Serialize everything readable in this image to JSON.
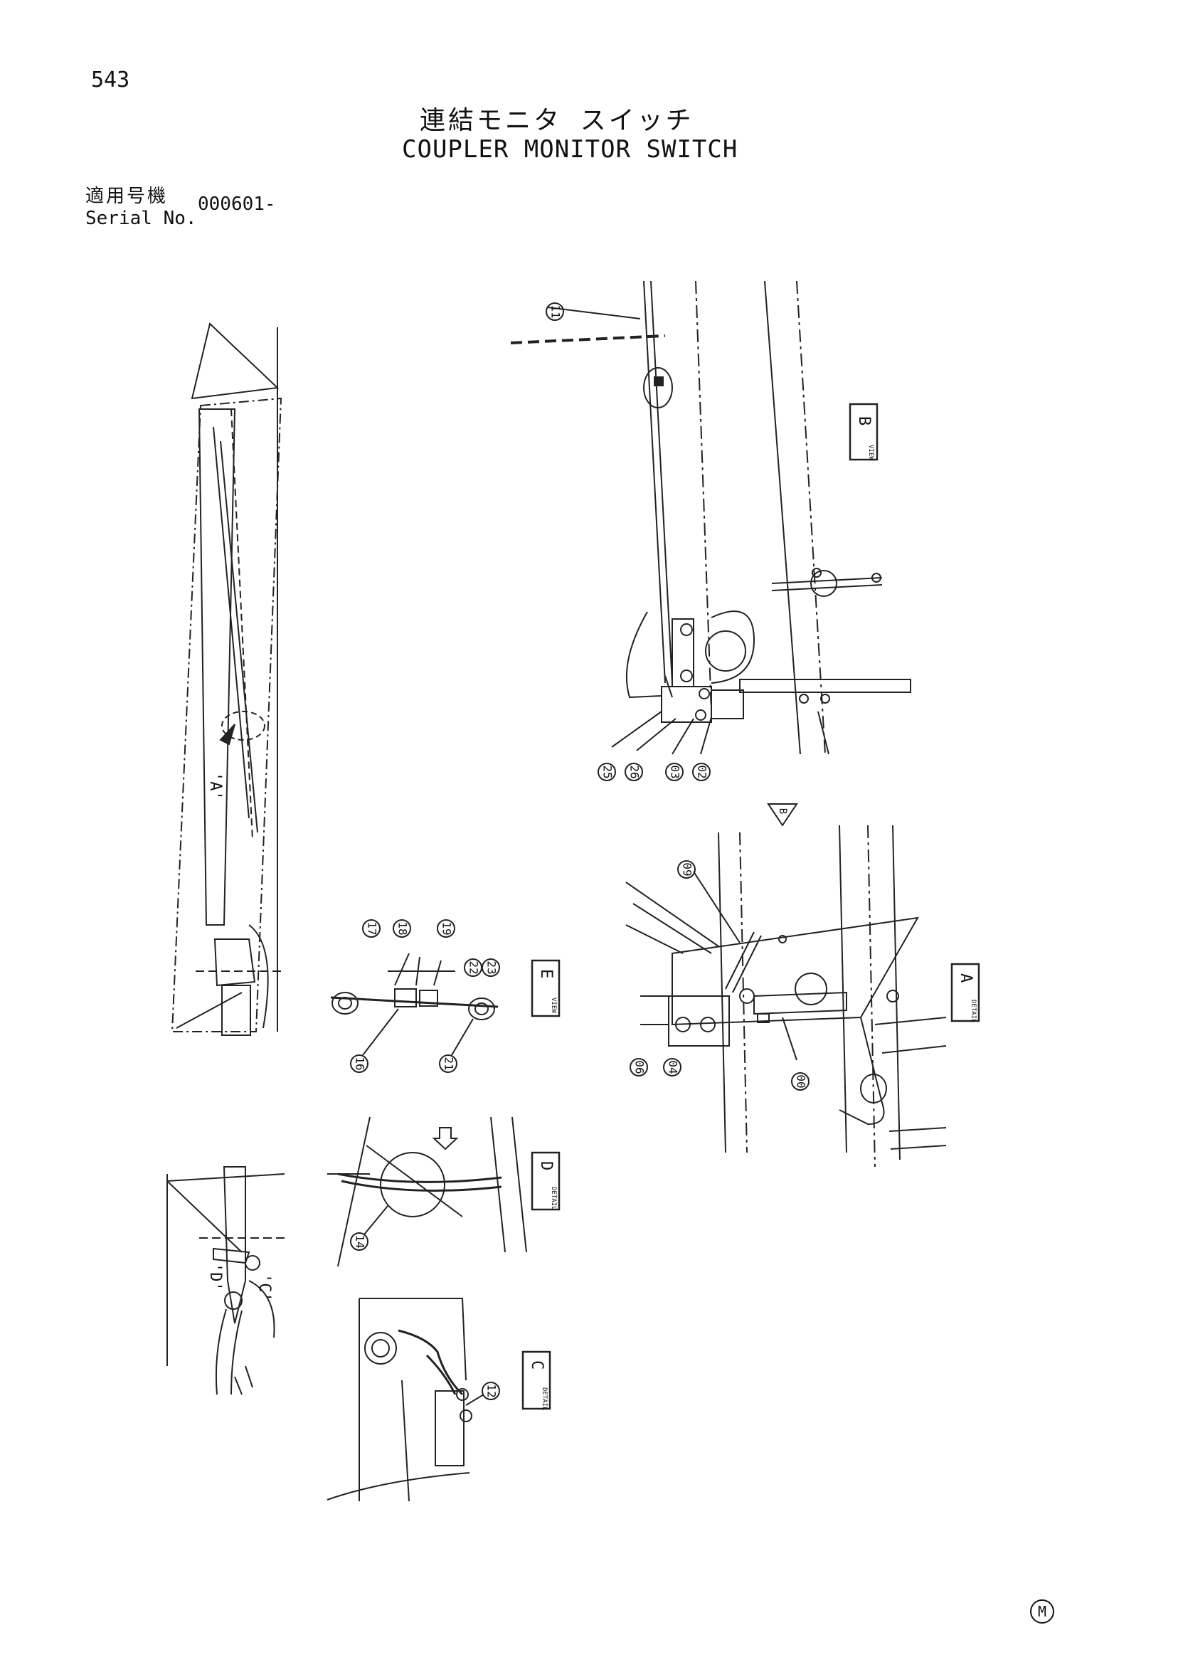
{
  "page_number": "543",
  "title_jp": "連結モニタ スイッチ",
  "title_en": "COUPLER MONITOR SWITCH",
  "serial_label_jp": "適用号機",
  "serial_label_en": "Serial No.",
  "serial_value": "000601-",
  "callouts": {
    "c11": "11",
    "c25": "25",
    "c26": "26",
    "c03": "03",
    "c02": "02",
    "c09": "09",
    "c06": "06",
    "c04": "04",
    "c00": "00",
    "c17": "17",
    "c18": "18",
    "c19": "19",
    "c22": "22",
    "c23": "23",
    "c16": "16",
    "c21": "21",
    "c14": "14",
    "c12": "12"
  },
  "views": {
    "view_b": {
      "letter": "B",
      "caption": "VIEW"
    },
    "detail_a": {
      "letter": "A",
      "caption": "DETAIL"
    },
    "view_e": {
      "letter": "E",
      "caption": "VIEW"
    },
    "detail_d": {
      "letter": "D",
      "caption": "DETAIL"
    },
    "detail_c": {
      "letter": "C",
      "caption": "DETAIL"
    }
  },
  "refs": {
    "a": "'A'",
    "d": "'D'",
    "c": "'C'",
    "arrow_b": "B"
  },
  "mark": "M"
}
